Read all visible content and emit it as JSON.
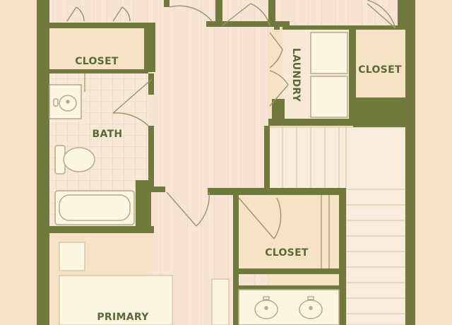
{
  "colors": {
    "wall": "#6f7a3c",
    "floor_wood": "#f8e4d4",
    "floor_plank_line": "#e2c7ad",
    "floor_tile": "#f7e9d6",
    "tile_line": "#d9c5a3",
    "carpet": "#f6e3c6",
    "fixture_fill": "#fbf6e2",
    "fixture_stroke": "#b8a98a",
    "door_arc": "#9b9468",
    "label": "#5a6a37",
    "background": "#f6e3c6"
  },
  "labels": {
    "closet_top_left": "CLOSET",
    "laundry": "LAUNDRY",
    "closet_right": "CLOSET",
    "bath": "BATH",
    "closet_center": "CLOSET",
    "primary": "PRIMARY"
  }
}
